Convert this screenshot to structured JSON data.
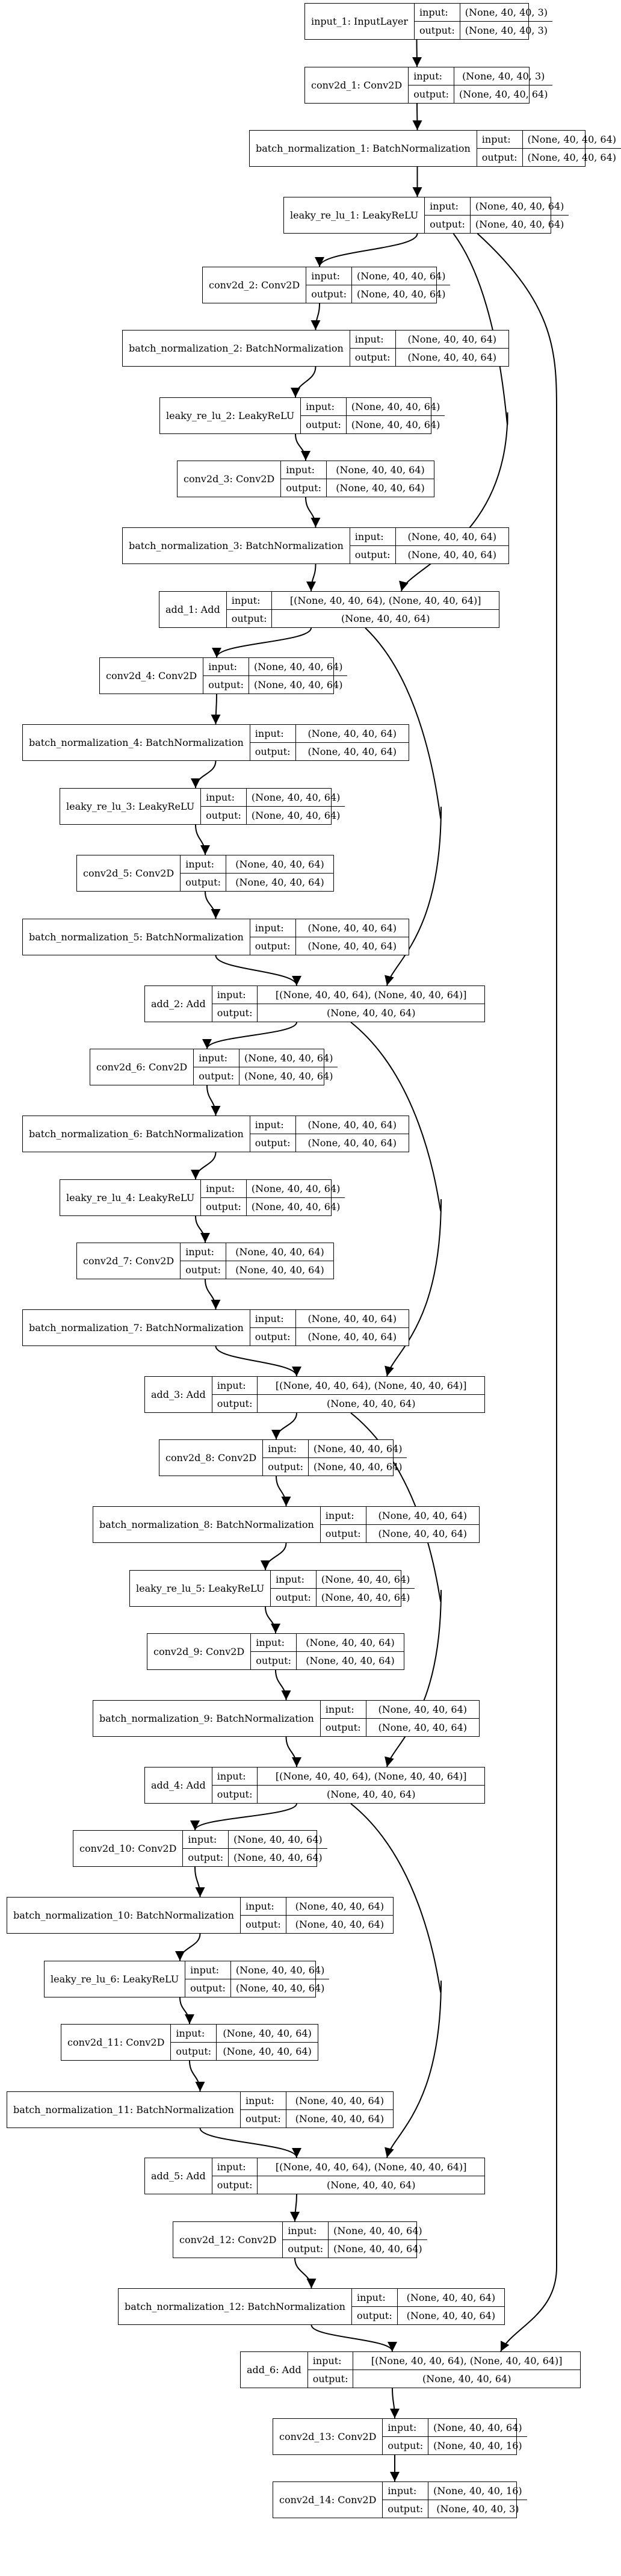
{
  "nodes": [
    {
      "id": "input_1",
      "label": "input_1: InputLayer",
      "input": "(None, 40, 40, 3)",
      "output": "(None, 40, 40, 3)"
    },
    {
      "id": "conv2d_1",
      "label": "conv2d_1: Conv2D",
      "input": "(None, 40, 40, 3)",
      "output": "(None, 40, 40, 64)"
    },
    {
      "id": "bn_1",
      "label": "batch_normalization_1: BatchNormalization",
      "input": "(None, 40, 40, 64)",
      "output": "(None, 40, 40, 64)"
    },
    {
      "id": "lrelu_1",
      "label": "leaky_re_lu_1: LeakyReLU",
      "input": "(None, 40, 40, 64)",
      "output": "(None, 40, 40, 64)"
    },
    {
      "id": "conv2d_2",
      "label": "conv2d_2: Conv2D",
      "input": "(None, 40, 40, 64)",
      "output": "(None, 40, 40, 64)"
    },
    {
      "id": "bn_2",
      "label": "batch_normalization_2: BatchNormalization",
      "input": "(None, 40, 40, 64)",
      "output": "(None, 40, 40, 64)"
    },
    {
      "id": "lrelu_2",
      "label": "leaky_re_lu_2: LeakyReLU",
      "input": "(None, 40, 40, 64)",
      "output": "(None, 40, 40, 64)"
    },
    {
      "id": "conv2d_3",
      "label": "conv2d_3: Conv2D",
      "input": "(None, 40, 40, 64)",
      "output": "(None, 40, 40, 64)"
    },
    {
      "id": "bn_3",
      "label": "batch_normalization_3: BatchNormalization",
      "input": "(None, 40, 40, 64)",
      "output": "(None, 40, 40, 64)"
    },
    {
      "id": "add_1",
      "label": "add_1: Add",
      "input": "[(None, 40, 40, 64), (None, 40, 40, 64)]",
      "output": "(None, 40, 40, 64)"
    },
    {
      "id": "conv2d_4",
      "label": "conv2d_4: Conv2D",
      "input": "(None, 40, 40, 64)",
      "output": "(None, 40, 40, 64)"
    },
    {
      "id": "bn_4",
      "label": "batch_normalization_4: BatchNormalization",
      "input": "(None, 40, 40, 64)",
      "output": "(None, 40, 40, 64)"
    },
    {
      "id": "lrelu_3",
      "label": "leaky_re_lu_3: LeakyReLU",
      "input": "(None, 40, 40, 64)",
      "output": "(None, 40, 40, 64)"
    },
    {
      "id": "conv2d_5",
      "label": "conv2d_5: Conv2D",
      "input": "(None, 40, 40, 64)",
      "output": "(None, 40, 40, 64)"
    },
    {
      "id": "bn_5",
      "label": "batch_normalization_5: BatchNormalization",
      "input": "(None, 40, 40, 64)",
      "output": "(None, 40, 40, 64)"
    },
    {
      "id": "add_2",
      "label": "add_2: Add",
      "input": "[(None, 40, 40, 64), (None, 40, 40, 64)]",
      "output": "(None, 40, 40, 64)"
    },
    {
      "id": "conv2d_6",
      "label": "conv2d_6: Conv2D",
      "input": "(None, 40, 40, 64)",
      "output": "(None, 40, 40, 64)"
    },
    {
      "id": "bn_6",
      "label": "batch_normalization_6: BatchNormalization",
      "input": "(None, 40, 40, 64)",
      "output": "(None, 40, 40, 64)"
    },
    {
      "id": "lrelu_4",
      "label": "leaky_re_lu_4: LeakyReLU",
      "input": "(None, 40, 40, 64)",
      "output": "(None, 40, 40, 64)"
    },
    {
      "id": "conv2d_7",
      "label": "conv2d_7: Conv2D",
      "input": "(None, 40, 40, 64)",
      "output": "(None, 40, 40, 64)"
    },
    {
      "id": "bn_7",
      "label": "batch_normalization_7: BatchNormalization",
      "input": "(None, 40, 40, 64)",
      "output": "(None, 40, 40, 64)"
    },
    {
      "id": "add_3",
      "label": "add_3: Add",
      "input": "[(None, 40, 40, 64), (None, 40, 40, 64)]",
      "output": "(None, 40, 40, 64)"
    },
    {
      "id": "conv2d_8",
      "label": "conv2d_8: Conv2D",
      "input": "(None, 40, 40, 64)",
      "output": "(None, 40, 40, 64)"
    },
    {
      "id": "bn_8",
      "label": "batch_normalization_8: BatchNormalization",
      "input": "(None, 40, 40, 64)",
      "output": "(None, 40, 40, 64)"
    },
    {
      "id": "lrelu_5",
      "label": "leaky_re_lu_5: LeakyReLU",
      "input": "(None, 40, 40, 64)",
      "output": "(None, 40, 40, 64)"
    },
    {
      "id": "conv2d_9",
      "label": "conv2d_9: Conv2D",
      "input": "(None, 40, 40, 64)",
      "output": "(None, 40, 40, 64)"
    },
    {
      "id": "bn_9",
      "label": "batch_normalization_9: BatchNormalization",
      "input": "(None, 40, 40, 64)",
      "output": "(None, 40, 40, 64)"
    },
    {
      "id": "add_4",
      "label": "add_4: Add",
      "input": "[(None, 40, 40, 64), (None, 40, 40, 64)]",
      "output": "(None, 40, 40, 64)"
    },
    {
      "id": "conv2d_10",
      "label": "conv2d_10: Conv2D",
      "input": "(None, 40, 40, 64)",
      "output": "(None, 40, 40, 64)"
    },
    {
      "id": "bn_10",
      "label": "batch_normalization_10: BatchNormalization",
      "input": "(None, 40, 40, 64)",
      "output": "(None, 40, 40, 64)"
    },
    {
      "id": "lrelu_6",
      "label": "leaky_re_lu_6: LeakyReLU",
      "input": "(None, 40, 40, 64)",
      "output": "(None, 40, 40, 64)"
    },
    {
      "id": "conv2d_11",
      "label": "conv2d_11: Conv2D",
      "input": "(None, 40, 40, 64)",
      "output": "(None, 40, 40, 64)"
    },
    {
      "id": "bn_11",
      "label": "batch_normalization_11: BatchNormalization",
      "input": "(None, 40, 40, 64)",
      "output": "(None, 40, 40, 64)"
    },
    {
      "id": "add_5",
      "label": "add_5: Add",
      "input": "[(None, 40, 40, 64), (None, 40, 40, 64)]",
      "output": "(None, 40, 40, 64)"
    },
    {
      "id": "conv2d_12",
      "label": "conv2d_12: Conv2D",
      "input": "(None, 40, 40, 64)",
      "output": "(None, 40, 40, 64)"
    },
    {
      "id": "bn_12",
      "label": "batch_normalization_12: BatchNormalization",
      "input": "(None, 40, 40, 64)",
      "output": "(None, 40, 40, 64)"
    },
    {
      "id": "add_6",
      "label": "add_6: Add",
      "input": "[(None, 40, 40, 64), (None, 40, 40, 64)]",
      "output": "(None, 40, 40, 64)"
    },
    {
      "id": "conv2d_13",
      "label": "conv2d_13: Conv2D",
      "input": "(None, 40, 40, 64)",
      "output": "(None, 40, 40, 16)"
    },
    {
      "id": "conv2d_14",
      "label": "conv2d_14: Conv2D",
      "input": "(None, 40, 40, 16)",
      "output": "(None, 40, 40, 3)"
    }
  ],
  "edges": [
    [
      "input_1",
      "conv2d_1"
    ],
    [
      "conv2d_1",
      "bn_1"
    ],
    [
      "bn_1",
      "lrelu_1"
    ],
    [
      "lrelu_1",
      "conv2d_2"
    ],
    [
      "conv2d_2",
      "bn_2"
    ],
    [
      "bn_2",
      "lrelu_2"
    ],
    [
      "lrelu_2",
      "conv2d_3"
    ],
    [
      "conv2d_3",
      "bn_3"
    ],
    [
      "bn_3",
      "add_1"
    ],
    [
      "lrelu_1",
      "add_1"
    ],
    [
      "add_1",
      "conv2d_4"
    ],
    [
      "conv2d_4",
      "bn_4"
    ],
    [
      "bn_4",
      "lrelu_3"
    ],
    [
      "lrelu_3",
      "conv2d_5"
    ],
    [
      "conv2d_5",
      "bn_5"
    ],
    [
      "bn_5",
      "add_2"
    ],
    [
      "add_1",
      "add_2"
    ],
    [
      "add_2",
      "conv2d_6"
    ],
    [
      "conv2d_6",
      "bn_6"
    ],
    [
      "bn_6",
      "lrelu_4"
    ],
    [
      "lrelu_4",
      "conv2d_7"
    ],
    [
      "conv2d_7",
      "bn_7"
    ],
    [
      "bn_7",
      "add_3"
    ],
    [
      "add_2",
      "add_3"
    ],
    [
      "add_3",
      "conv2d_8"
    ],
    [
      "conv2d_8",
      "bn_8"
    ],
    [
      "bn_8",
      "lrelu_5"
    ],
    [
      "lrelu_5",
      "conv2d_9"
    ],
    [
      "conv2d_9",
      "bn_9"
    ],
    [
      "bn_9",
      "add_4"
    ],
    [
      "add_3",
      "add_4"
    ],
    [
      "add_4",
      "conv2d_10"
    ],
    [
      "conv2d_10",
      "bn_10"
    ],
    [
      "bn_10",
      "lrelu_6"
    ],
    [
      "lrelu_6",
      "conv2d_11"
    ],
    [
      "conv2d_11",
      "bn_11"
    ],
    [
      "bn_11",
      "add_5"
    ],
    [
      "add_4",
      "add_5"
    ],
    [
      "add_5",
      "conv2d_12"
    ],
    [
      "conv2d_12",
      "bn_12"
    ],
    [
      "bn_12",
      "add_6"
    ],
    [
      "lrelu_1",
      "add_6"
    ],
    [
      "add_6",
      "conv2d_13"
    ],
    [
      "conv2d_13",
      "conv2d_14"
    ]
  ],
  "io_labels": {
    "input": "input:",
    "output": "output:"
  }
}
